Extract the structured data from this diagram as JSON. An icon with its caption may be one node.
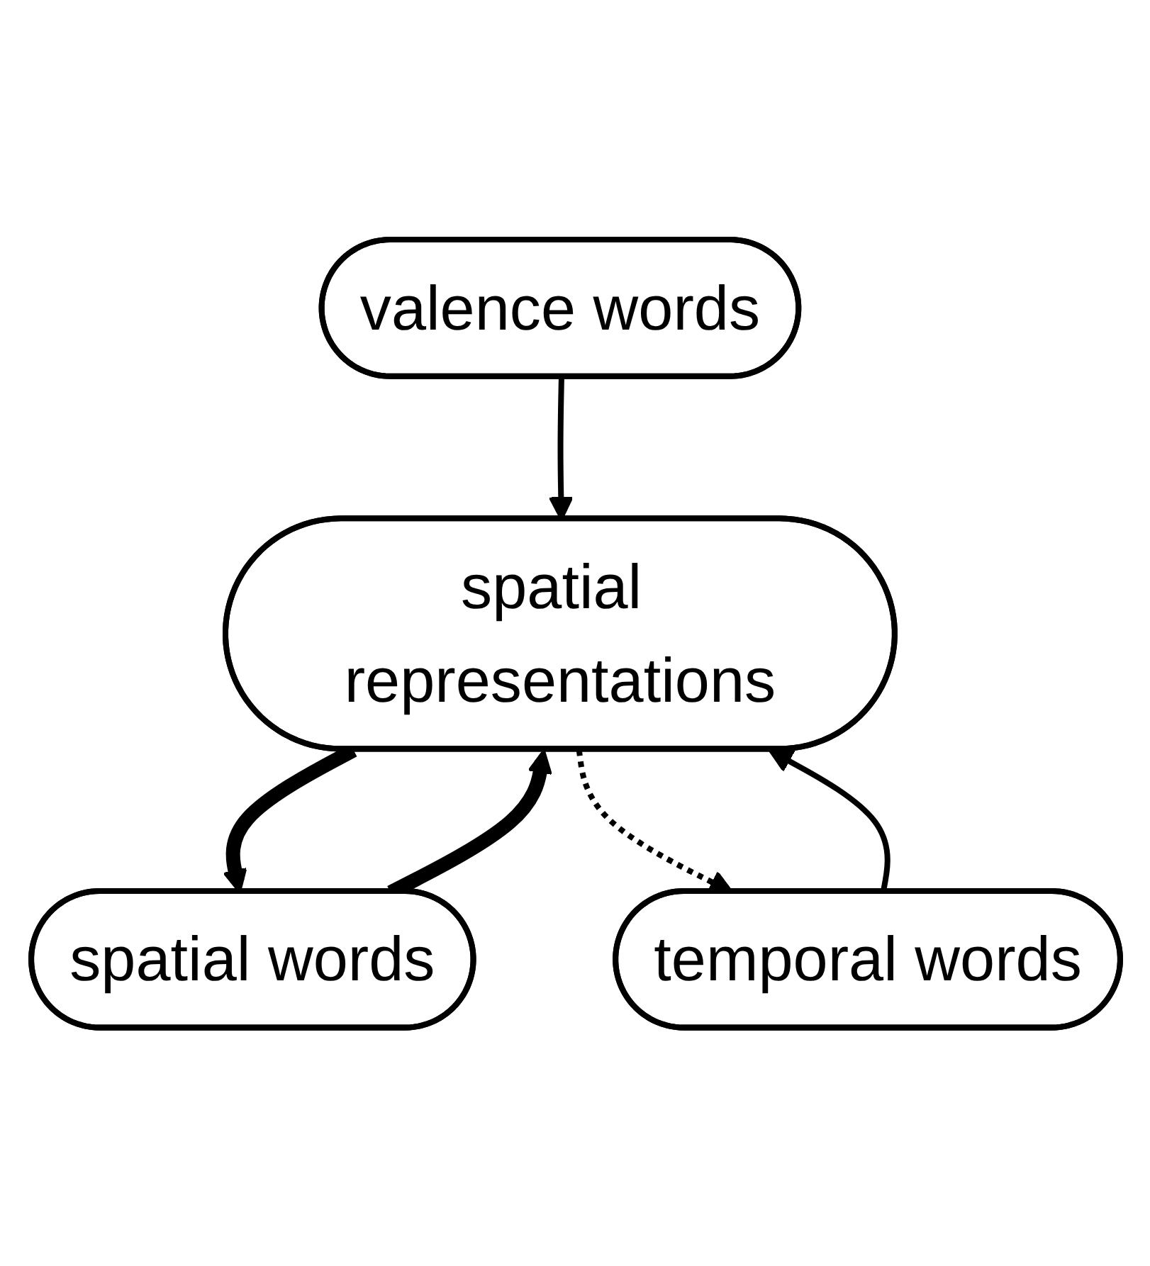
{
  "diagram": {
    "nodes": [
      {
        "text": [
          "valence words"
        ]
      },
      {
        "text": [
          "temporal words"
        ]
      },
      {
        "text": [
          "spatial words"
        ]
      },
      {
        "text": [
          "spatial representations"
        ]
      }
    ],
    "edges": [
      {
        "from": 0,
        "to": 3,
        "arrow": "to"
      },
      {
        "from": 1,
        "to": 3,
        "arrow": "to"
      },
      {
        "from": 2,
        "to": 3,
        "arrow": "to",
        "style": "thick"
      },
      {
        "from": 3,
        "to": 2,
        "arrow": "to",
        "style": "thick"
      },
      {
        "from": 3,
        "to": 1,
        "arrow": "to",
        "style": "dashed"
      }
    ]
  }
}
